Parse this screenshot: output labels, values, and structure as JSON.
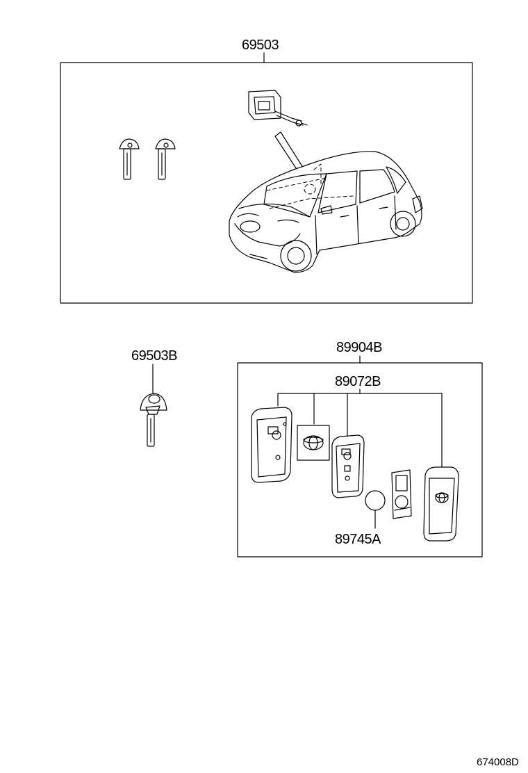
{
  "parts": {
    "key_set": "69503",
    "key_blank": "69503B",
    "transmitter_assy": "89904B",
    "transmitter_case": "89072B",
    "battery": "89745A"
  },
  "illustration_id": "674008D"
}
